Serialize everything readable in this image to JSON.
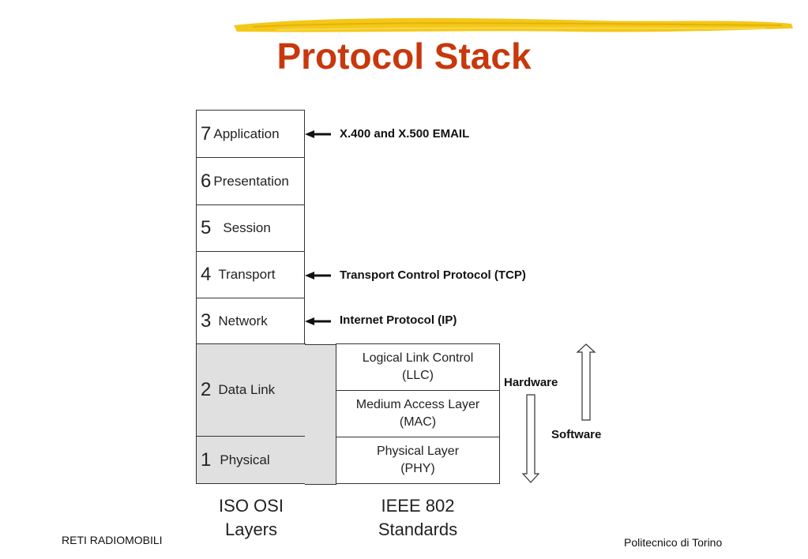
{
  "title": "Protocol Stack",
  "osi_layers": [
    {
      "num": "7",
      "name": "Application",
      "annotation": "X.400 and X.500 EMAIL"
    },
    {
      "num": "6",
      "name": "Presentation",
      "annotation": ""
    },
    {
      "num": "5",
      "name": "Session",
      "annotation": ""
    },
    {
      "num": "4",
      "name": "Transport",
      "annotation": "Transport Control Protocol (TCP)"
    },
    {
      "num": "3",
      "name": "Network",
      "annotation": "Internet Protocol (IP)"
    },
    {
      "num": "2",
      "name": "Data Link",
      "annotation": ""
    },
    {
      "num": "1",
      "name": "Physical",
      "annotation": ""
    }
  ],
  "ieee_layers": [
    {
      "line1": "Logical Link Control",
      "line2": "(LLC)"
    },
    {
      "line1": "Medium Access Layer",
      "line2": "(MAC)"
    },
    {
      "line1": "Physical Layer",
      "line2": "(PHY)"
    }
  ],
  "side_labels": {
    "hardware": "Hardware",
    "software": "Software"
  },
  "column_headers": {
    "osi_line1": "ISO OSI",
    "osi_line2": "Layers",
    "ieee_line1": "IEEE 802",
    "ieee_line2": "Standards"
  },
  "footer": {
    "left": "RETI RADIOMOBILI",
    "right": "Politecnico di Torino"
  },
  "colors": {
    "title": "#c8380c",
    "brush": "#f2c200",
    "gray_fill": "#e0e0e0"
  }
}
